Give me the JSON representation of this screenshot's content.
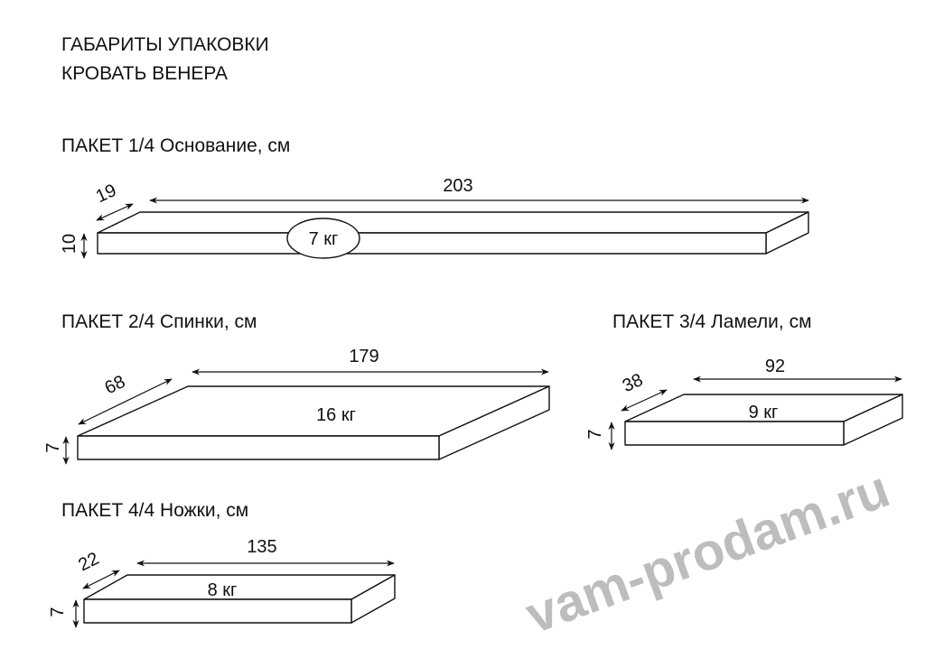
{
  "title": {
    "line1": "ГАБАРИТЫ УПАКОВКИ",
    "line2": "КРОВАТЬ ВЕНЕРА"
  },
  "watermark": "vam-prodam.ru",
  "packages": [
    {
      "label": "ПАКЕТ 1/4 Основание, см",
      "length": "203",
      "depth": "19",
      "height": "10",
      "weight": "7 кг"
    },
    {
      "label": "ПАКЕТ 2/4 Спинки, см",
      "length": "179",
      "depth": "68",
      "height": "7",
      "weight": "16 кг"
    },
    {
      "label": "ПАКЕТ 3/4 Ламели, см",
      "length": "92",
      "depth": "38",
      "height": "7",
      "weight": "9 кг"
    },
    {
      "label": "ПАКЕТ 4/4 Ножки, см",
      "length": "135",
      "depth": "22",
      "height": "7",
      "weight": "8 кг"
    }
  ]
}
